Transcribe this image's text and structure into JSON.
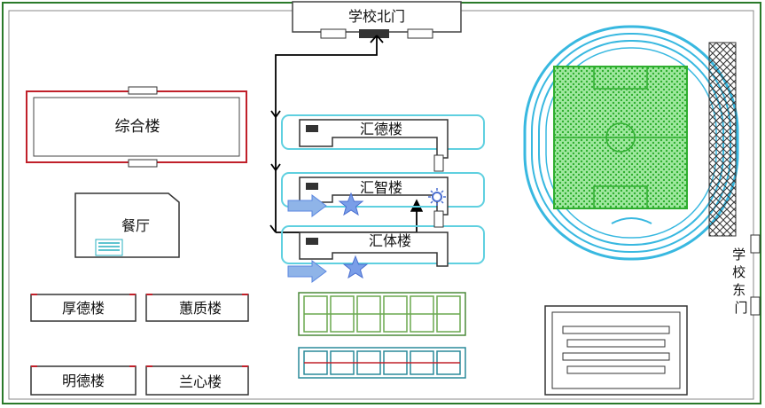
{
  "gates": {
    "north": "学校北门",
    "east": "学校东门"
  },
  "buildings": {
    "zonghe": "综合楼",
    "canting": "餐厅",
    "huide": "汇德楼",
    "huizhi": "汇智楼",
    "huiti": "汇体楼",
    "houde": "厚德楼",
    "huizhi2": "蕙质楼",
    "mingde": "明德楼",
    "lanxin": "兰心楼"
  },
  "markers": {
    "stars": [
      "star-icon",
      "star-icon"
    ],
    "sun": "sun-icon",
    "arrows": [
      "arrow-right-icon",
      "arrow-right-icon"
    ]
  },
  "colors": {
    "wall": "#2a7a2a",
    "building_outline": "#c0202a",
    "corridor": "#5fd0e0",
    "track": "#38b8e0",
    "field": "#3fbf3f",
    "star": "#5a86e0",
    "route": "#000000"
  }
}
